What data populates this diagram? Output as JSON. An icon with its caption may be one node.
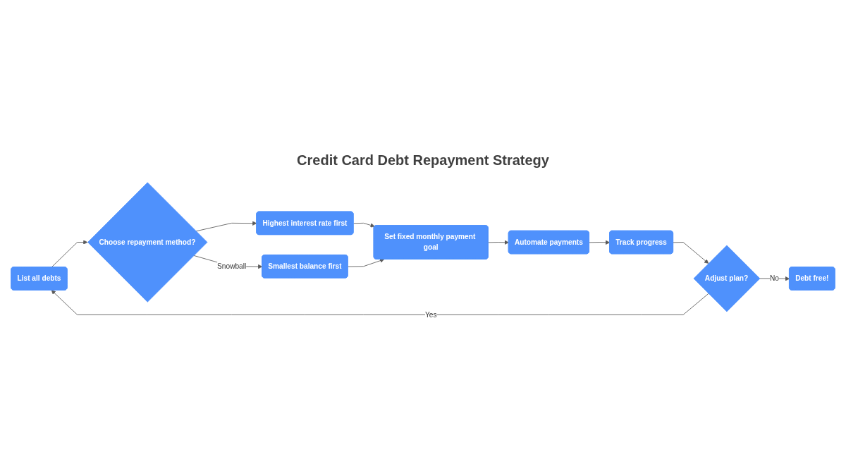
{
  "diagram": {
    "title": "Credit Card Debt Repayment Strategy",
    "nodes": [
      {
        "text": [
          "List all debts"
        ]
      },
      {
        "text": [
          "Choose repayment method?"
        ]
      },
      {
        "text": [
          "Highest interest rate first"
        ]
      },
      {
        "text": [
          "Smallest balance first"
        ]
      },
      {
        "text": [
          "Set fixed monthly payment goal"
        ]
      },
      {
        "text": [
          "Automate payments"
        ]
      },
      {
        "text": [
          "Track progress"
        ]
      },
      {
        "text": [
          "Adjust plan?"
        ]
      },
      {
        "text": [
          "Debt free!"
        ]
      }
    ],
    "edges": [
      {
        "from": 0,
        "to": 1,
        "arrow": "to"
      },
      {
        "from": 1,
        "to": 2,
        "arrow": "to"
      },
      {
        "from": 1,
        "to": 3,
        "arrow": "to",
        "label": "Snowball"
      },
      {
        "from": 2,
        "to": 4,
        "arrow": "to"
      },
      {
        "from": 3,
        "to": 4,
        "arrow": "to"
      },
      {
        "from": 4,
        "to": 5,
        "arrow": "to"
      },
      {
        "from": 5,
        "to": 6,
        "arrow": "to"
      },
      {
        "from": 6,
        "to": 7,
        "arrow": "to"
      },
      {
        "from": 7,
        "to": 0,
        "arrow": "to",
        "label": "Yes"
      },
      {
        "from": 7,
        "to": 8,
        "arrow": "to",
        "label": "No"
      }
    ]
  }
}
